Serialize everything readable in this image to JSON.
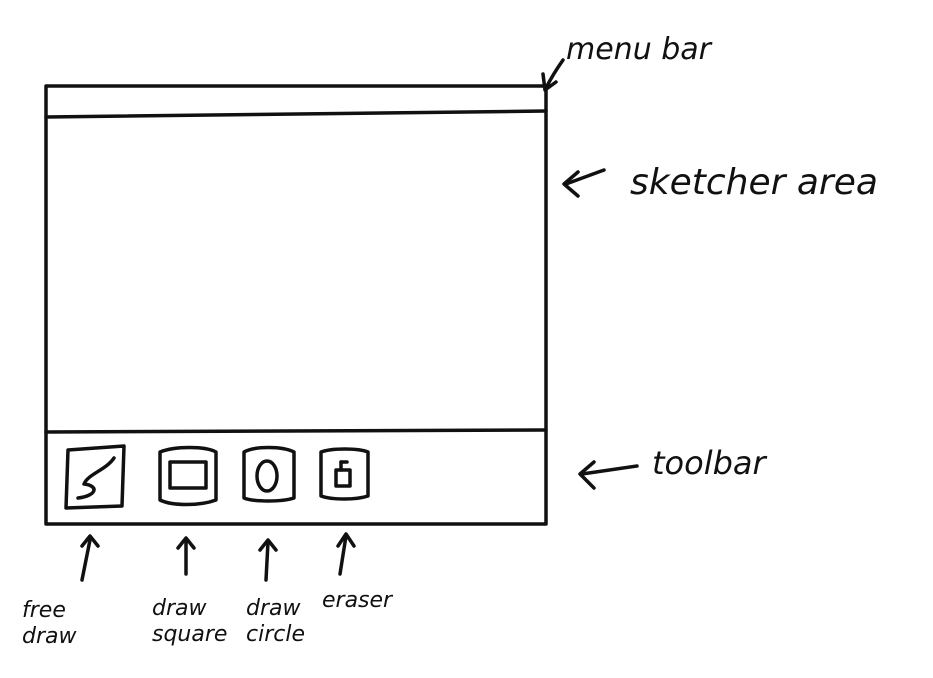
{
  "annotations": {
    "menu_bar": "menu bar",
    "sketch_area": "sketcher area",
    "toolbar": "toolbar"
  },
  "tools": [
    {
      "label": "free draw",
      "icon": "free-draw-icon"
    },
    {
      "label": "draw square",
      "icon": "square-icon"
    },
    {
      "label": "draw circle",
      "icon": "circle-icon"
    },
    {
      "label": "eraser",
      "icon": "eraser-icon"
    }
  ],
  "colors": {
    "ink": "#111111",
    "paper": "#ffffff"
  }
}
